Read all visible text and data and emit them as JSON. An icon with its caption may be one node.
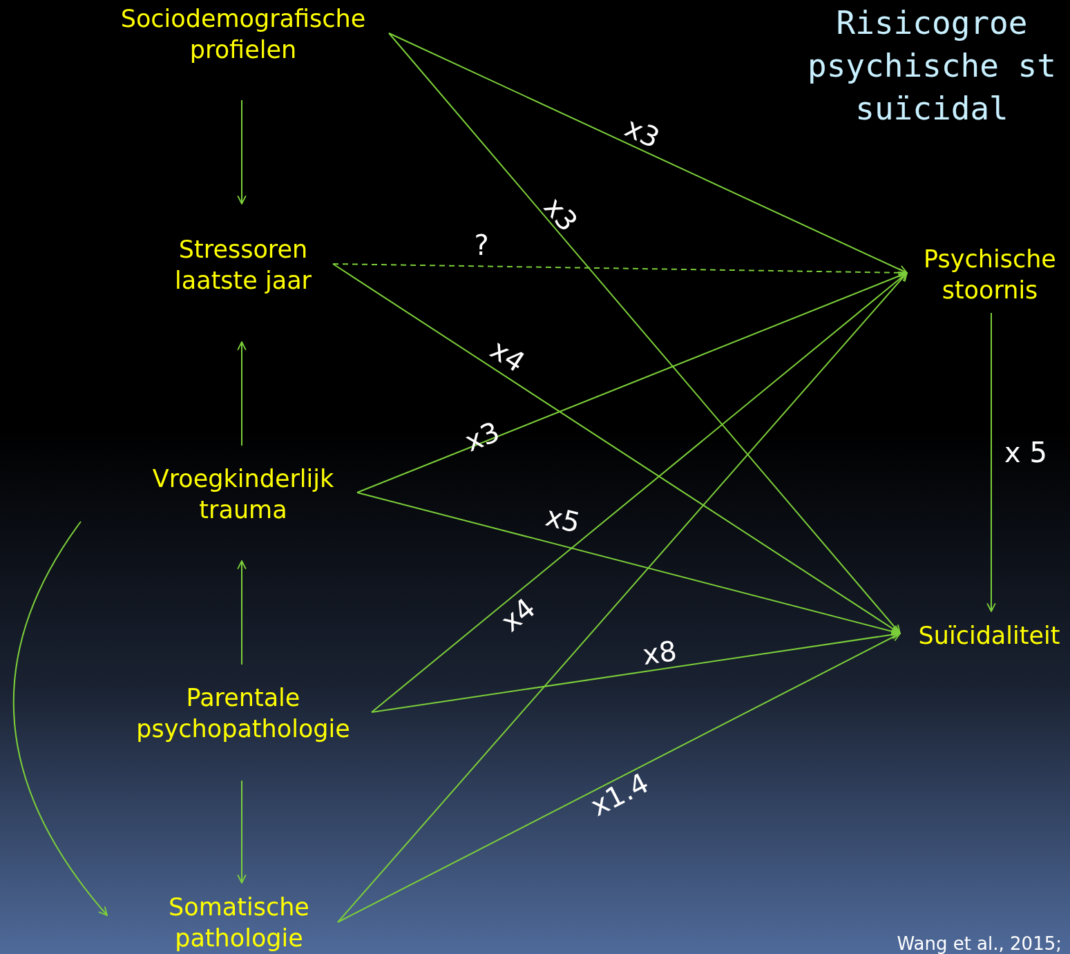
{
  "diagram": {
    "title": "Risicogroe psychische st suïcidal",
    "nodes": [
      {
        "text": [
          "Sociodemografische profielen"
        ]
      },
      {
        "text": [
          "Stressoren laatste jaar"
        ]
      },
      {
        "text": [
          "Vroegkinderlijk trauma"
        ]
      },
      {
        "text": [
          "Parentale psychopathologie"
        ]
      },
      {
        "text": [
          "Somatische pathologie"
        ]
      },
      {
        "text": [
          "Psychische stoornis"
        ]
      },
      {
        "text": [
          "Suïcidaliteit"
        ]
      }
    ],
    "edges": [
      {
        "from": 0,
        "to": 1,
        "arrow": "to"
      },
      {
        "from": 2,
        "to": 1,
        "arrow": "to"
      },
      {
        "from": 3,
        "to": 2,
        "arrow": "to"
      },
      {
        "from": 3,
        "to": 4,
        "arrow": "to"
      },
      {
        "from": 0,
        "to": 5,
        "arrow": "to",
        "label": "x3"
      },
      {
        "from": 0,
        "to": 6,
        "arrow": "to",
        "label": "x3"
      },
      {
        "from": 1,
        "to": 5,
        "arrow": "to",
        "label": "?",
        "style": "dashed"
      },
      {
        "from": 1,
        "to": 6,
        "arrow": "to",
        "label": "x4"
      },
      {
        "from": 2,
        "to": 5,
        "arrow": "to",
        "label": "x3"
      },
      {
        "from": 2,
        "to": 6,
        "arrow": "to",
        "label": "x5"
      },
      {
        "from": 3,
        "to": 5,
        "arrow": "to",
        "label": "x4"
      },
      {
        "from": 3,
        "to": 6,
        "arrow": "to",
        "label": "x8"
      },
      {
        "from": 4,
        "to": 5,
        "arrow": "to"
      },
      {
        "from": 4,
        "to": 6,
        "arrow": "to",
        "label": "x1.4"
      },
      {
        "from": 5,
        "to": 6,
        "arrow": "to",
        "label": "x 5"
      },
      {
        "from": 2,
        "to": 4,
        "arrow": "to"
      }
    ],
    "labels": [
      "Wang et al., 2015;"
    ]
  }
}
